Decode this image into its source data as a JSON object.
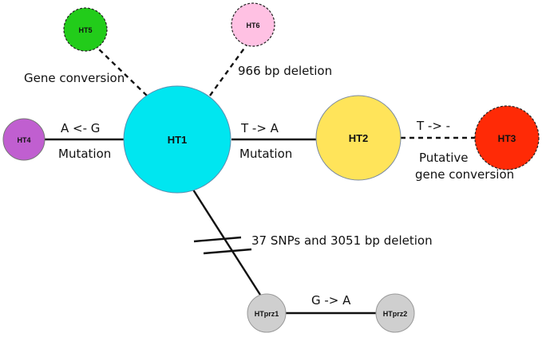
{
  "nodes": {
    "ht1": {
      "label": "HT1",
      "color": "#00e6f0"
    },
    "ht2": {
      "label": "HT2",
      "color": "#ffe45a"
    },
    "ht3": {
      "label": "HT3",
      "color": "#ff2a06"
    },
    "ht4": {
      "label": "HT4",
      "color": "#c05fd0"
    },
    "ht5": {
      "label": "HT5",
      "color": "#22cc1a"
    },
    "ht6": {
      "label": "HT6",
      "color": "#ffc1e3"
    },
    "htprz1": {
      "label": "HTprz1",
      "color": "#cfcfcf"
    },
    "htprz2": {
      "label": "HTprz2",
      "color": "#cfcfcf"
    }
  },
  "edges": {
    "ht1_ht5": {
      "label": "Gene conversion"
    },
    "ht1_ht6": {
      "label": "966 bp deletion"
    },
    "ht1_ht4": {
      "label_top": "A <- G",
      "label_bottom": "Mutation"
    },
    "ht1_ht2": {
      "label_top": "T -> A",
      "label_bottom": "Mutation"
    },
    "ht2_ht3": {
      "label_top": "T -> -",
      "label_bottom_1": "Putative",
      "label_bottom_2": "gene conversion"
    },
    "ht1_htprz1": {
      "label": "37 SNPs and 3051 bp deletion"
    },
    "htprz1_htprz2": {
      "label": "G -> A"
    }
  }
}
